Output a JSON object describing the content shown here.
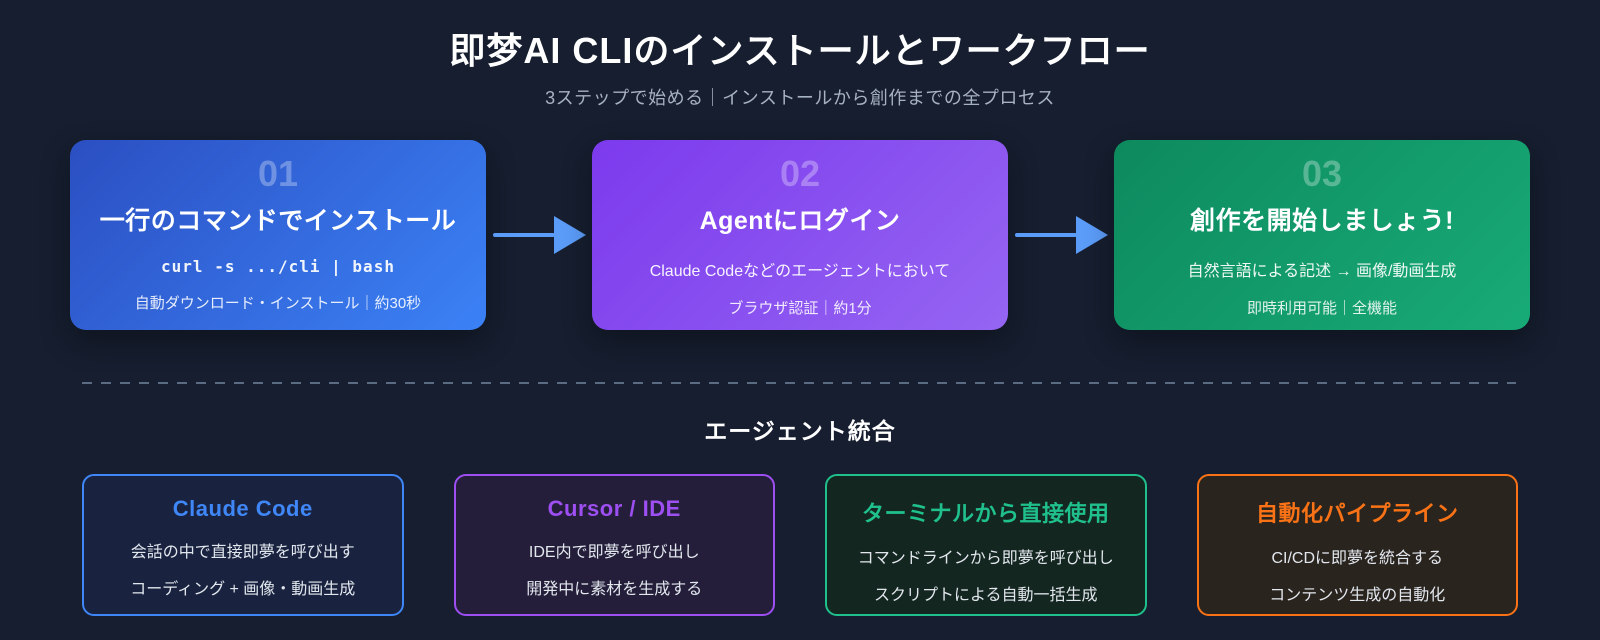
{
  "colors": {
    "page_background": "#161e2f",
    "arrow": "#5b9cf8",
    "divider": "#5b6b82",
    "subtitle_text": "#a6b1c2"
  },
  "header": {
    "title": "即梦AI CLIのインストールとワークフロー",
    "subtitle": "3ステップで始める｜インストールから創作までの全プロセス"
  },
  "steps": [
    {
      "number": "01",
      "title": "一行のコマンドでインストール",
      "line1": "curl -s .../cli | bash",
      "line2": "自動ダウンロード・インストール｜約30秒",
      "gradient_from": "#2b4fc2",
      "gradient_to": "#3b82f6"
    },
    {
      "number": "02",
      "title": "Agentにログイン",
      "line1": "Claude Codeなどのエージェントにおいて",
      "line2": "ブラウザ認証｜約1分",
      "gradient_from": "#7c3aed",
      "gradient_to": "#9565f2"
    },
    {
      "number": "03",
      "title": "創作を開始しましょう!",
      "line1": "自然言語による記述 → 画像/動画生成",
      "line2": "即時利用可能｜全機能",
      "gradient_from": "#0d8a5e",
      "gradient_to": "#18ab77"
    }
  ],
  "integration": {
    "section_title": "エージェント統合",
    "cards": [
      {
        "title": "Claude Code",
        "line1": "会話の中で直接即夢を呼び出す",
        "line2": "コーディング + 画像・動画生成",
        "accent": "#3f86f7",
        "background": "#192340"
      },
      {
        "title": "Cursor / IDE",
        "line1": "IDE内で即夢を呼び出し",
        "line2": "開発中に素材を生成する",
        "accent": "#9d4ff2",
        "background": "#241e3a"
      },
      {
        "title": "ターミナルから直接使用",
        "line1": "コマンドラインから即夢を呼び出し",
        "line2": "スクリプトによる自動一括生成",
        "accent": "#1fc08c",
        "background": "#142620"
      },
      {
        "title": "自動化パイプライン",
        "line1": "CI/CDに即夢を統合する",
        "line2": "コンテンツ生成の自動化",
        "accent": "#f97316",
        "background": "#2a241f"
      }
    ]
  }
}
